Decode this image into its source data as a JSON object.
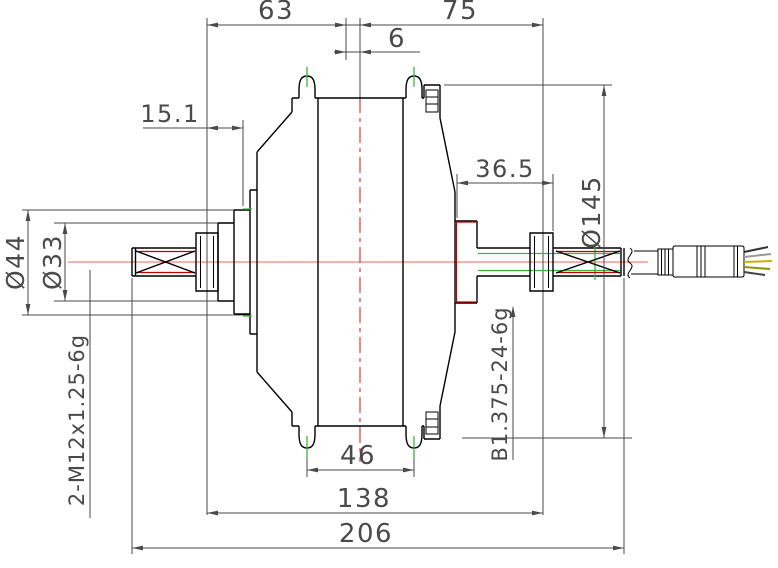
{
  "drawing": {
    "dimensions": {
      "width_left": "63",
      "width_right": "75",
      "center_offset": "6",
      "left_inset": "15.1",
      "freewheel_length": "36.5",
      "flange_circle_diameter": "Ø145",
      "cover_boss_diameter": "Ø44",
      "spacer_diameter": "Ø33",
      "axle_thread": "2-M12x1.25-6g",
      "freewheel_thread": "B1.375-24-6g",
      "flange_spacing": "46",
      "locknut_spacing": "138",
      "overall_length": "206"
    },
    "colors": {
      "outline": "#000000",
      "dimension_gray": "#4a4a4a",
      "centerline_salmon": "#f2837b",
      "centerline_red": "#e03a3a",
      "thread_red": "#c00000",
      "highlight_green": "#3cb43c",
      "wire_yellow": "#c2b300",
      "wire_gray": "#999999"
    }
  }
}
